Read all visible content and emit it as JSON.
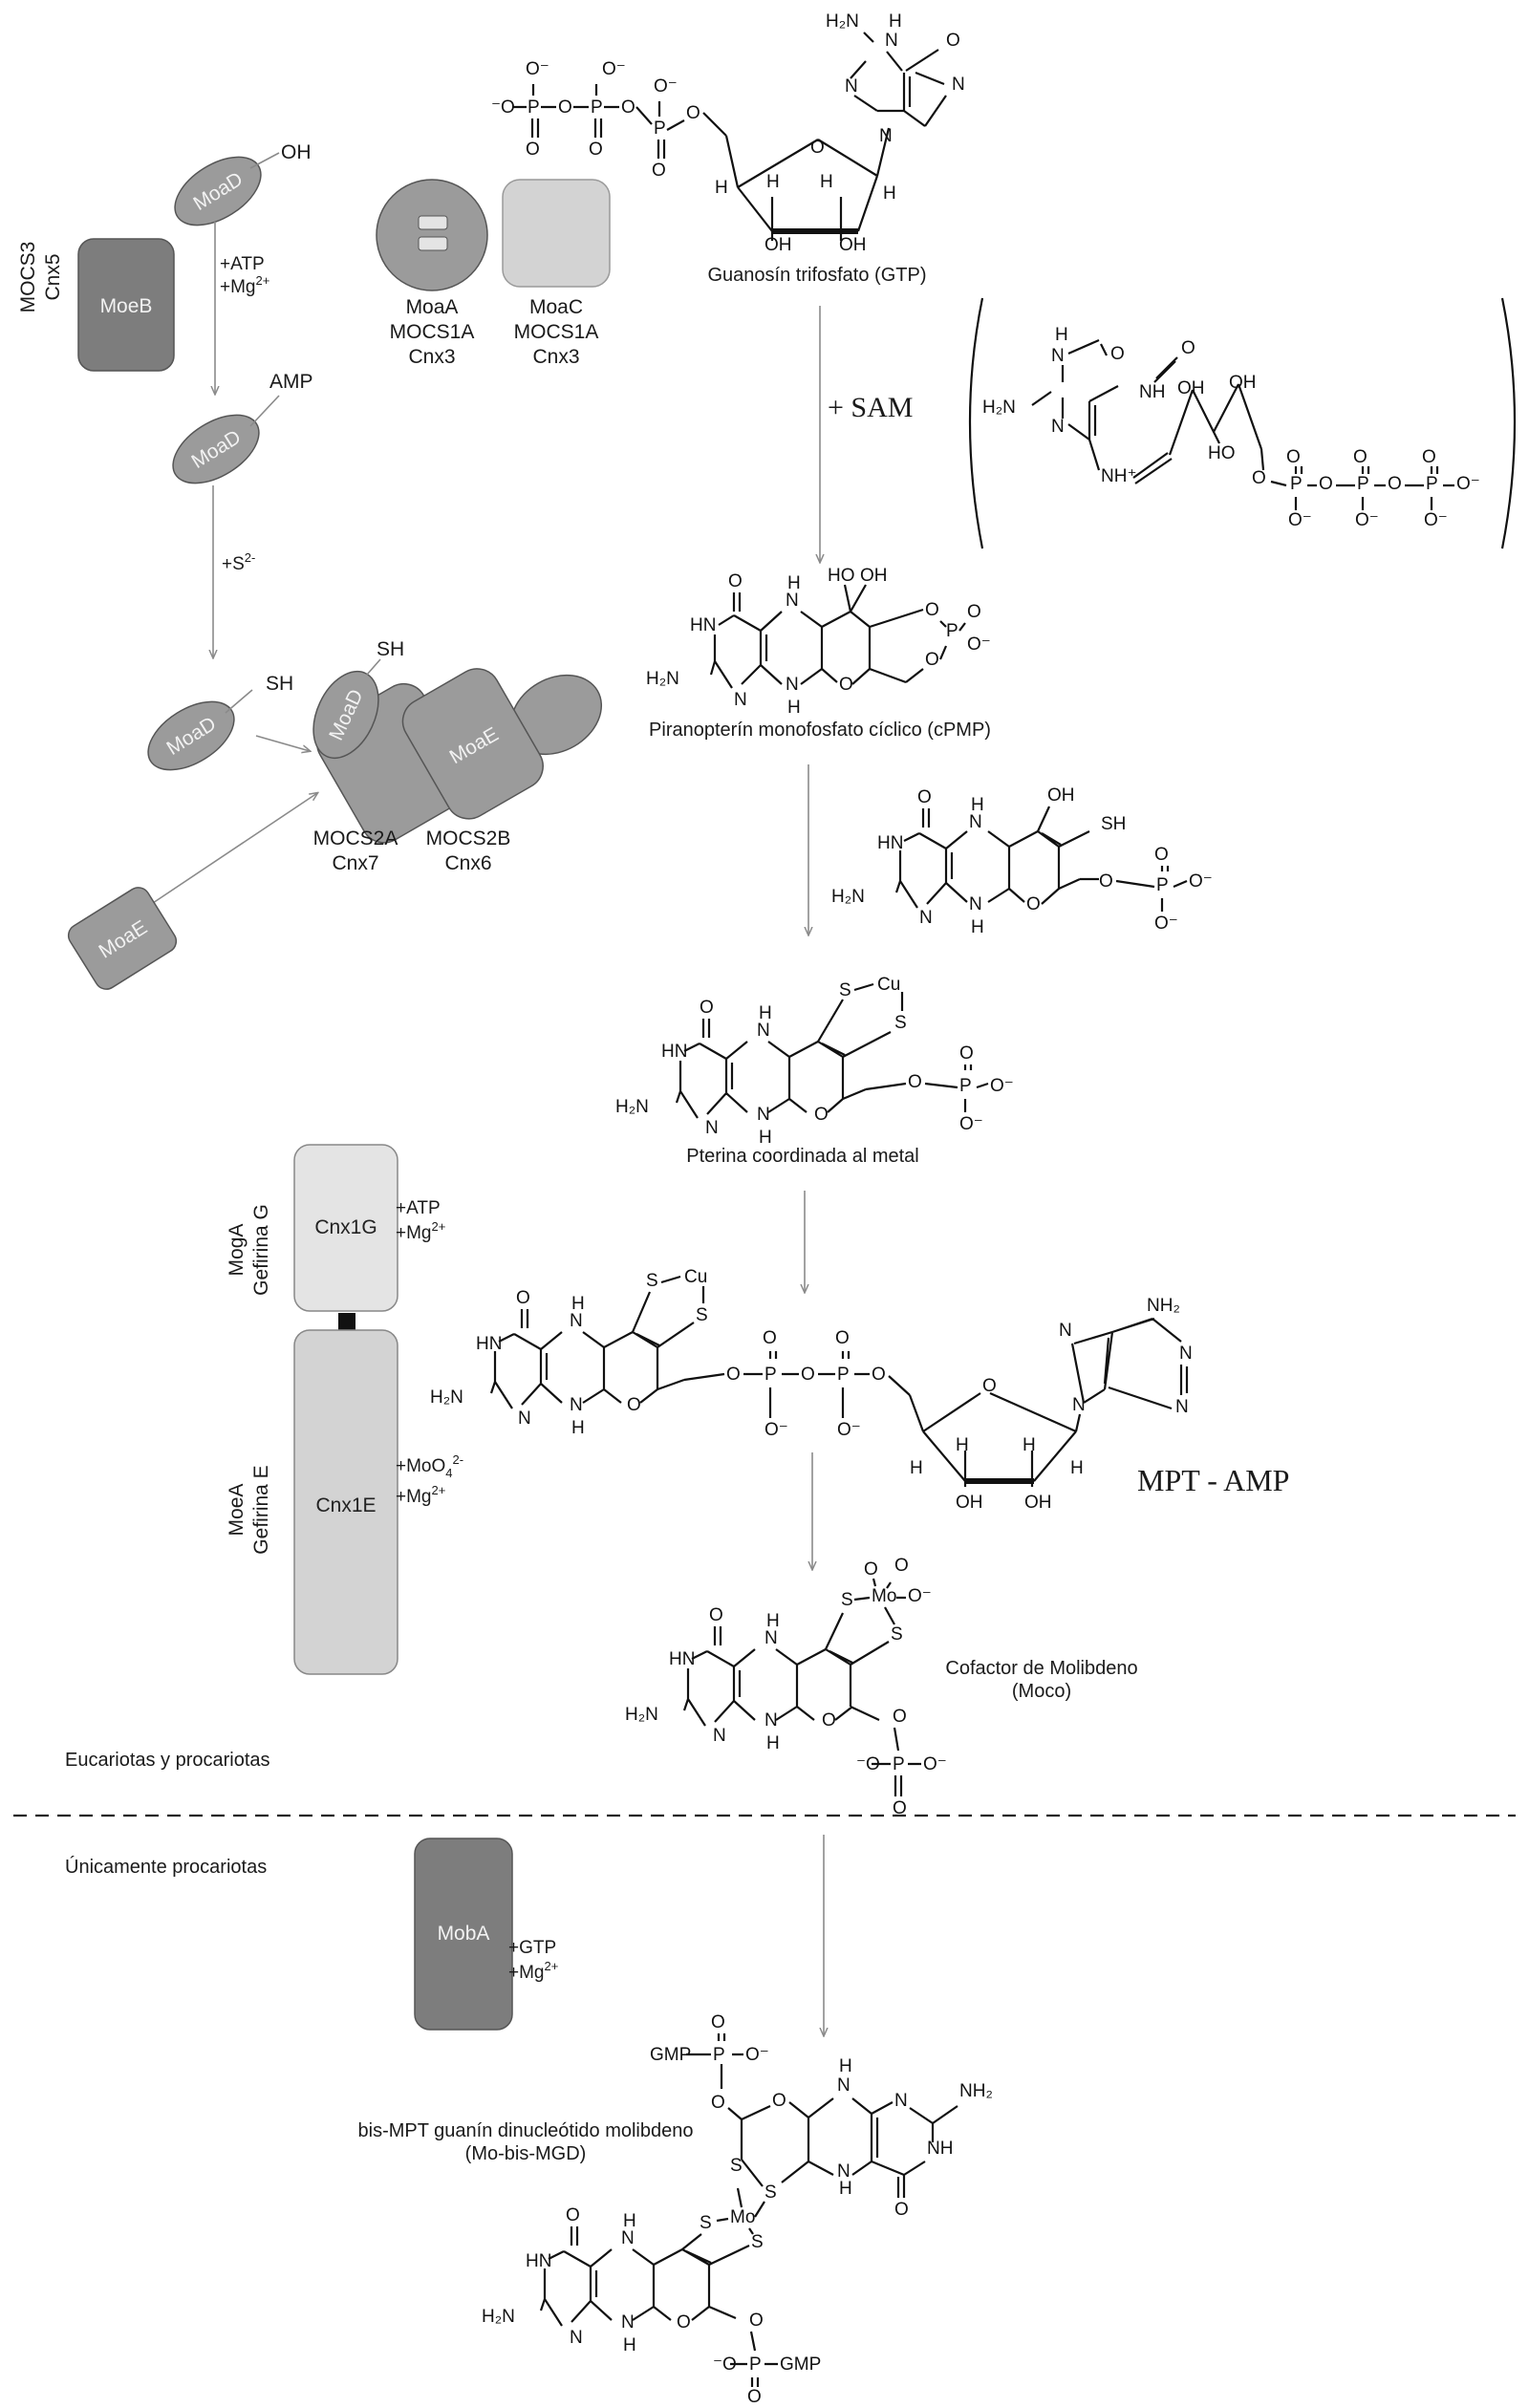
{
  "colors": {
    "dark_protein": "#7d7d7d",
    "mid_protein": "#9b9b9b",
    "light_protein": "#d3d3d3",
    "lighter_protein": "#e4e4e4",
    "arrow": "#8a8a8a",
    "ink": "#111111"
  },
  "top_left": {
    "moab_side_label_1": "MOCS3",
    "moab_side_label_2": "Cnx5",
    "moeb": "MoeB",
    "moad": "MoaD",
    "oh": "OH",
    "atp": "+ATP",
    "mg": "+Mg",
    "mg_sup": "2+",
    "amp": "AMP",
    "sulfide": "+S",
    "sulfide_sup": "2-",
    "sh": "SH",
    "moae": "MoaE",
    "mocs2a": "MOCS2A",
    "cnx7": "Cnx7",
    "mocs2b": "MOCS2B",
    "cnx6": "Cnx6"
  },
  "top_middle": {
    "moaa": "MoaA",
    "moaa_human": "MOCS1A",
    "moaa_plant": "Cnx3",
    "moac": "MoaC",
    "moac_human": "MOCS1A",
    "moac_plant": "Cnx3"
  },
  "main_path": {
    "gtp": "Guanosín trifosfato (GTP)",
    "sam": "+ SAM",
    "cpmp": "Piranopterín monofosfato cíclico (cPMP)",
    "pterin_metal": "Pterina coordinada al metal",
    "mpt_amp": "MPT - AMP",
    "moco_1": "Cofactor de Molibdeno",
    "moco_2": "(Moco)"
  },
  "middle_left": {
    "moga": "MogA",
    "gefirina_g": "Gefirina G",
    "cnx1g": "Cnx1G",
    "atp": "+ATP",
    "mg": "+Mg",
    "mg_sup": "2+",
    "moea": "MoeA",
    "gefirina_e": "Gefirina E",
    "cnx1e": "Cnx1E",
    "moo4": "+MoO",
    "moo4_sub": "4",
    "moo4_sup": "2-",
    "mg2": "+Mg",
    "mg2_sup": "2+",
    "scope_all": "Eucariotas y procariotas"
  },
  "bottom": {
    "scope_prok": "Únicamente procariotas",
    "moba": "MobA",
    "gtp": "+GTP",
    "mg": "+Mg",
    "mg_sup": "2+",
    "mgd_1": "bis-MPT guanín dinucleótido molibdeno",
    "mgd_2": "(Mo-bis-MGD)"
  },
  "atoms": {
    "H2N": "H₂N",
    "NH2": "NH₂",
    "HN": "HN",
    "NH": "NH",
    "N": "N",
    "H": "H",
    "O": "O",
    "OH": "OH",
    "HO": "HO",
    "P": "P",
    "S": "S",
    "SH": "SH",
    "Cu": "Cu",
    "Mo": "Mo",
    "O-": "O⁻",
    "-O": "⁻O",
    "GMP": "GMP",
    "NH+": "NH⁺"
  }
}
